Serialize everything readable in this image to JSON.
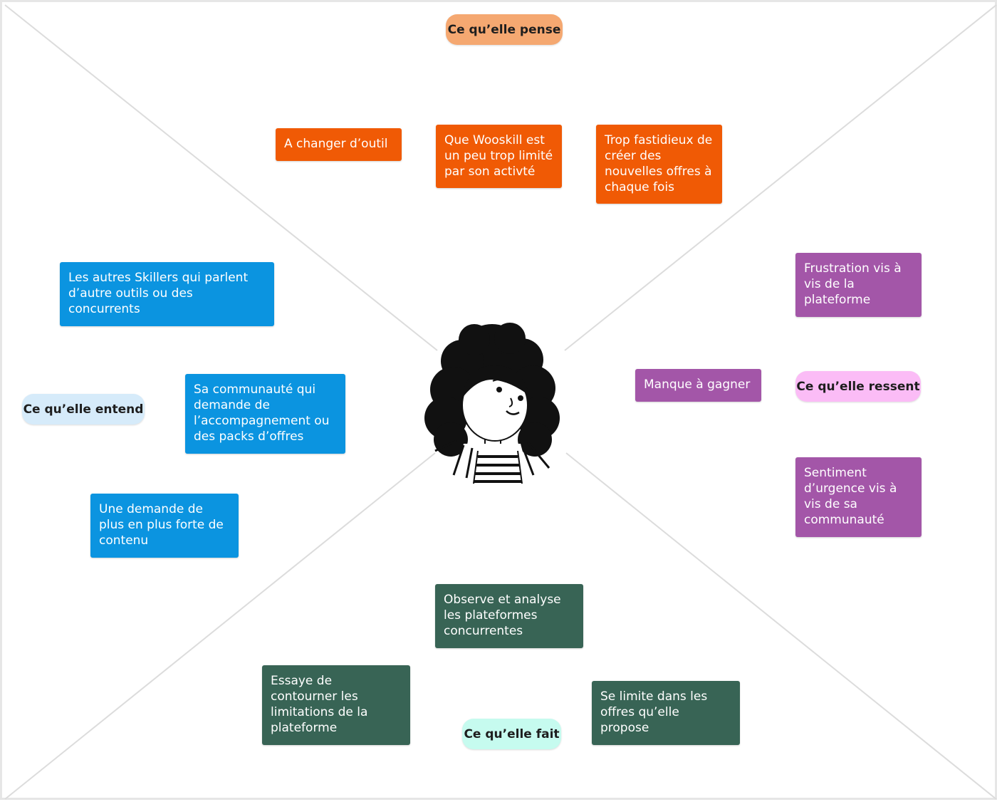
{
  "colors": {
    "board_line": "#dcdcdc",
    "pense_note": "#f05a05",
    "pense_label": "#f5a871",
    "ressent_note": "#a356a8",
    "ressent_label": "#fbbcf6",
    "entend_note": "#0b94e0",
    "entend_label": "#d6ebfa",
    "fait_note": "#386455",
    "fait_label": "#c6fbef"
  },
  "persona": {
    "icon": "woman-avatar-icon"
  },
  "sections": {
    "pense": {
      "label": "Ce qu’elle pense",
      "notes": [
        "A changer d’outil",
        "Que Wooskill est un peu trop limité par son activté",
        "Trop fastidieux de créer des nouvelles offres à chaque fois"
      ]
    },
    "ressent": {
      "label": "Ce qu’elle ressent",
      "notes": [
        "Frustration vis à vis de la plateforme",
        "Manque à gagner",
        "Sentiment d’urgence vis à vis de sa communauté"
      ]
    },
    "entend": {
      "label": "Ce qu’elle entend",
      "notes": [
        "Les autres Skillers qui parlent d’autre outils ou des concurrents",
        "Sa communauté qui demande de l’accompagnement ou des packs d’offres",
        "Une demande de plus en plus forte de contenu"
      ]
    },
    "fait": {
      "label": "Ce qu’elle fait",
      "notes": [
        "Observe et analyse les plateformes concurrentes",
        "Essaye de contourner les limitations de la plateforme",
        "Se limite dans les offres qu’elle propose"
      ]
    }
  }
}
